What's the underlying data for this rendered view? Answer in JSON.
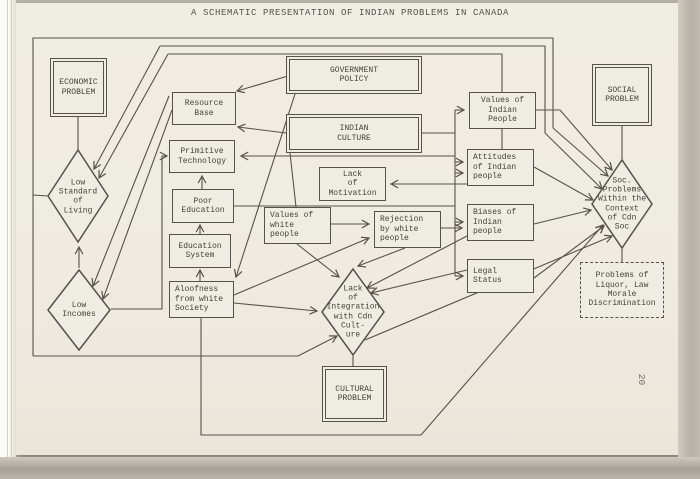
{
  "page": {
    "title": "A SCHEMATIC PRESENTATION OF INDIAN PROBLEMS IN CANADA",
    "page_number": "20"
  },
  "colors": {
    "paper": "#efece3",
    "ink": "#45423a",
    "line": "#56524a"
  },
  "nodes": {
    "economic_problem": {
      "label": "ECONOMIC\nPROBLEM",
      "shape": "double-box"
    },
    "low_standard": {
      "label": "Low\nStandard\nof\nLiving",
      "shape": "diamond"
    },
    "low_incomes": {
      "label": "Low\nIncomes",
      "shape": "diamond"
    },
    "resource_base": {
      "label": "Resource\nBase",
      "shape": "box"
    },
    "primitive_technology": {
      "label": "Primitive\nTechnology",
      "shape": "box"
    },
    "poor_education": {
      "label": "Poor\nEducation",
      "shape": "box"
    },
    "education_system": {
      "label": "Education\nSystem",
      "shape": "box"
    },
    "aloofness": {
      "label": "Aloofness\nfrom white\nSociety",
      "shape": "box"
    },
    "government_policy": {
      "label": "GOVERNMENT\nPOLICY",
      "shape": "double-box"
    },
    "indian_culture": {
      "label": "INDIAN\nCULTURE",
      "shape": "double-box"
    },
    "lack_of_motivation": {
      "label": "Lack\nof\nMotivation",
      "shape": "box"
    },
    "values_white": {
      "label": "Values of\nwhite\npeople",
      "shape": "box"
    },
    "rejection_white": {
      "label": "Rejection\nby white\npeople",
      "shape": "box"
    },
    "lack_of_integration": {
      "label": "Lack\nof\nIntegration\nwith Cdn\nCult-\nure",
      "shape": "diamond"
    },
    "cultural_problem": {
      "label": "CULTURAL\nPROBLEM",
      "shape": "double-box"
    },
    "values_indian": {
      "label": "Values of\nIndian\nPeople",
      "shape": "box"
    },
    "attitudes_indian": {
      "label": "Attitudes\nof Indian\npeople",
      "shape": "box"
    },
    "biases_indian": {
      "label": "Biases of\nIndian\npeople",
      "shape": "box"
    },
    "legal_status": {
      "label": "Legal\nStatus",
      "shape": "box"
    },
    "social_problem": {
      "label": "SOCIAL\nPROBLEM",
      "shape": "double-box"
    },
    "soc_problems": {
      "label": "Soc.\nProblems\nWithin the\nContext\nof Cdn\nSoc",
      "shape": "diamond"
    },
    "problems_liquor": {
      "label": "Problems of\nLiquor, Law\nMorale\nDiscrimination",
      "shape": "dashed-box"
    }
  }
}
